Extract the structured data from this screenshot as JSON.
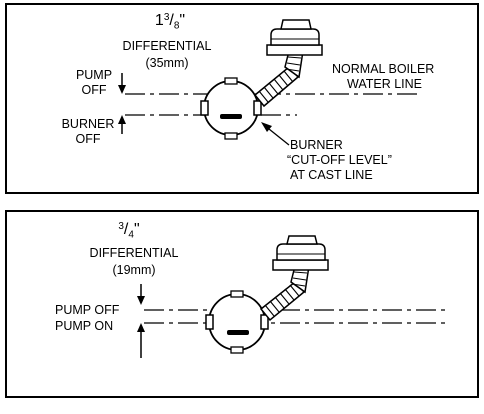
{
  "panels": [
    {
      "differential_whole": "1",
      "differential_num": "3",
      "differential_den": "8",
      "differential_inch": "\"",
      "differential_label": "DIFFERENTIAL",
      "differential_metric": "(35mm)",
      "upper_label_line1": "PUMP",
      "upper_label_line2": "OFF",
      "lower_label_line1": "BURNER",
      "lower_label_line2": "OFF",
      "right_label_line1": "NORMAL BOILER",
      "right_label_line2": "WATER LINE",
      "callout_line1": "BURNER",
      "callout_line2": "“CUT-OFF LEVEL”",
      "callout_line3": "AT CAST LINE"
    },
    {
      "differential_num": "3",
      "differential_den": "4",
      "differential_inch": "\"",
      "differential_label": "DIFFERENTIAL",
      "differential_metric": "(19mm)",
      "upper_label": "PUMP OFF",
      "lower_label": "PUMP ON"
    }
  ]
}
